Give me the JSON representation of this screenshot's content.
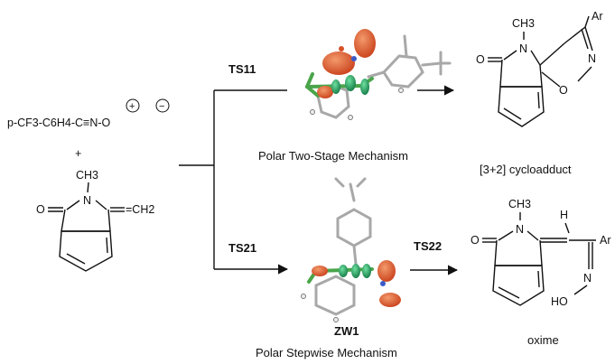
{
  "reactant": {
    "nitrile_oxide": "p-CF3-C6H4-C≡N-O",
    "plus_charge": "+",
    "minus_charge": "−",
    "plus_sign": "+",
    "methyl": "CH3",
    "n_atom": "N",
    "o_atom": "O",
    "exo_methylene": "=CH2"
  },
  "pathways": {
    "upper": {
      "ts_label": "TS11",
      "mechanism": "Polar Two-Stage Mechanism",
      "product_label": "[3+2] cycloadduct",
      "product_atoms": {
        "methyl": "CH3",
        "n": "N",
        "o_carbonyl": "O",
        "ar": "Ar",
        "ring_n": "N",
        "ring_o": "O"
      }
    },
    "lower": {
      "ts_label": "TS21",
      "intermediate": "ZW1",
      "ts2_label": "TS22",
      "mechanism": "Polar Stepwise Mechanism",
      "product_label": "oxime",
      "product_atoms": {
        "methyl": "CH3",
        "n": "N",
        "o_carbonyl": "O",
        "h": "H",
        "ar": "Ar",
        "oxime_n": "N",
        "ho": "HO"
      }
    }
  },
  "colors": {
    "lobe_orange": "#d8512a",
    "lobe_green": "#1f9e5e",
    "stick_green": "#4aa54a",
    "stick_grey": "#a8a8a8",
    "atom_blue": "#3b5bc7"
  }
}
